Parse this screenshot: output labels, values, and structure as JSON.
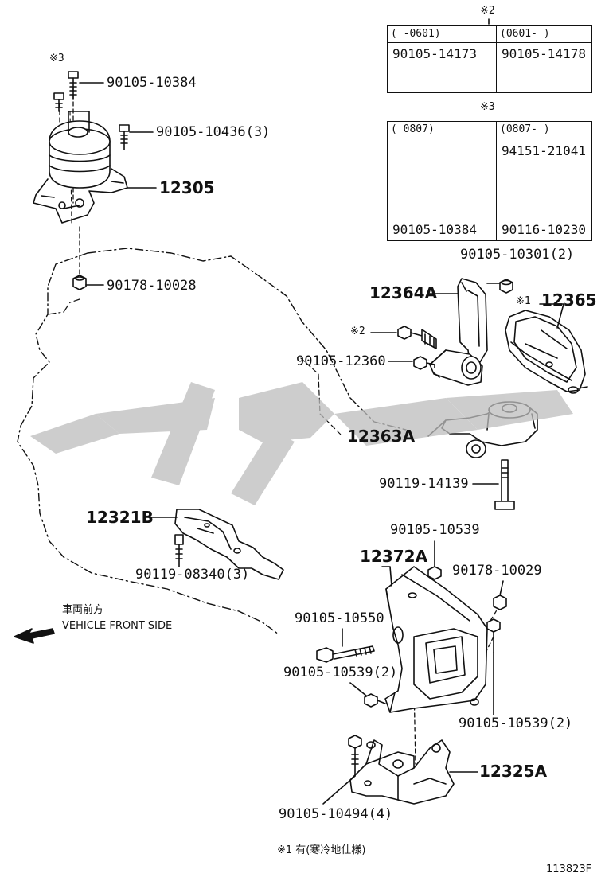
{
  "diagram_id": "113823F",
  "direction": {
    "label_jp": "車両前方",
    "label_en": "VEHICLE FRONT SIDE"
  },
  "footnote": "※1  有(寒冷地仕様)",
  "table2": {
    "marker": "※2",
    "col1_header": "(     -0601)",
    "col2_header": "(0601-      )",
    "col1_part": "90105-14173",
    "col2_part": "90105-14178"
  },
  "table3": {
    "marker": "※3",
    "col1_header": "(         0807)",
    "col2_header": "(0807-          )",
    "col1_part": "90105-10384",
    "col2_part_top": "94151-21041",
    "col2_part_bottom": "90116-10230"
  },
  "labels": {
    "m3": "※3",
    "p90105_10384": "90105-10384",
    "p90105_10436": "90105-10436(3)",
    "p12305": "12305",
    "p90178_10028": "90178-10028",
    "p90105_10301": "90105-10301(2)",
    "p12364A": "12364A",
    "m1": "※1",
    "p12365": "12365",
    "m2": "※2",
    "p90105_12360": "90105-12360",
    "p12363A": "12363A",
    "p90119_14139": "90119-14139",
    "p12321B": "12321B",
    "p90119_08340": "90119-08340(3)",
    "p90105_10539_top": "90105-10539",
    "p12372A": "12372A",
    "p90178_10029": "90178-10029",
    "p90105_10550": "90105-10550",
    "p90105_10539_2a": "90105-10539(2)",
    "p90105_10539_2b": "90105-10539(2)",
    "p12325A": "12325A",
    "p90105_10494": "90105-10494(4)"
  }
}
